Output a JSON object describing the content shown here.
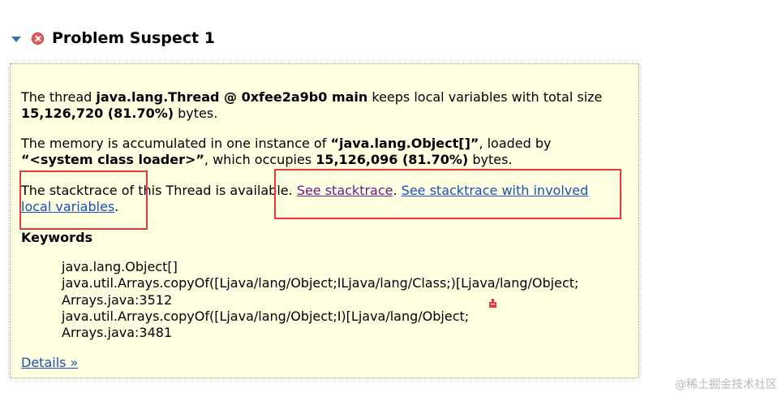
{
  "section": {
    "title": "Problem Suspect 1",
    "expanded": true
  },
  "description": {
    "p1": {
      "prefix": "The thread ",
      "thread": "java.lang.Thread @ 0xfee2a9b0 main",
      "mid": " keeps local variables with total size",
      "size": "15,126,720 (81.70%)",
      "suffix": " bytes."
    },
    "p2": {
      "prefix": "The memory is accumulated in one instance of ",
      "class_name": "“java.lang.Object[]”",
      "mid": ", loaded by",
      "loader": "“<system class loader>”",
      "mid2": ", which occupies ",
      "size": "15,126,096 (81.70%)",
      "suffix": " bytes."
    },
    "p3": {
      "text": "The stacktrace of this Thread is available. ",
      "link1": "See stacktrace",
      "sep": ". ",
      "link2_line1": "See stacktrace with involved",
      "link2_line2": "local variables",
      "end": "."
    }
  },
  "keywords": {
    "title": "Keywords",
    "lines": [
      "java.lang.Object[]",
      "java.util.Arrays.copyOf([Ljava/lang/Object;ILjava/lang/Class;)[Ljava/lang/Object;",
      "Arrays.java:3512",
      "java.util.Arrays.copyOf([Ljava/lang/Object;I)[Ljava/lang/Object;",
      "Arrays.java:3481"
    ]
  },
  "details_link": "Details »",
  "watermark": "@稀土掘金技术社区",
  "colors": {
    "panel_bg": "#ffffe1",
    "link": "#1a4fb9",
    "visited_link": "#6b1a8f",
    "annotation": "#e23b3b",
    "toggle": "#3b6fb6",
    "error_icon": "#e25b5b"
  },
  "icons": [
    "triangle-down-icon",
    "error-icon"
  ]
}
